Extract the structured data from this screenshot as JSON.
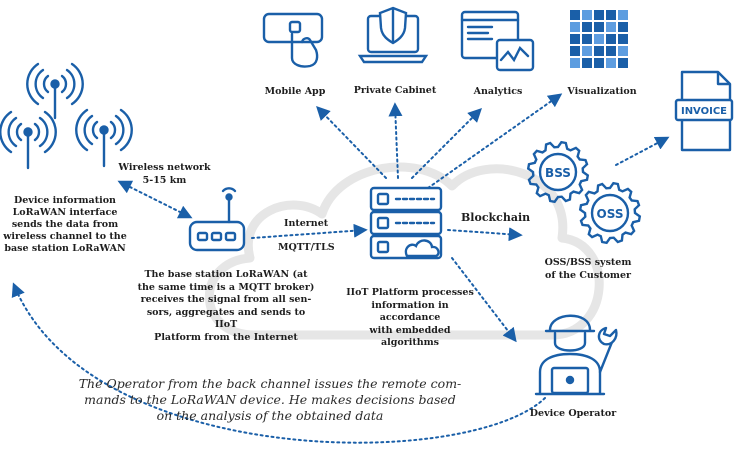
{
  "colors": {
    "primary": "#1a5fa8",
    "light": "#5d9de0",
    "cloud": "#e6e6e6",
    "text": "#1e1e1e"
  },
  "labels": {
    "mobile_app": "Mobile App",
    "private_cabinet": "Private Cabinet",
    "analytics": "Analytics",
    "visualization": "Visualization",
    "invoice": "INVOICE",
    "bss": "BSS",
    "oss": "OSS",
    "oss_bss": "OSS/BSS system\nof the Customer",
    "blockchain": "Blockchain",
    "wireless": "Wireless network\n5-15 km",
    "device_info": "Device information\nLoRaWAN  interface\nsends the data from\nwireless channel to the\nbase station LoRaWAN",
    "internet": "Internet",
    "mqtt": "MQTT/TLS",
    "base_station": "The base station LoRaWAN (at\nthe same time is a MQTT broker)\nreceives the signal from all sen-\nsors, aggregates and sends to IIoT\nPlatform from the Internet",
    "platform": "IIoT Platform processes\ninformation in accordance\nwith embedded algorithms",
    "device_operator": "Device Operator",
    "operator_note": "The Operator from the back channel issues the remote com-\nmands to the LoRaWAN device. He makes decisions based\non the analysis of the obtained data"
  },
  "icons": [
    "antenna-icon",
    "router-icon",
    "server-icon",
    "cloud-icon",
    "mobile-touch-icon",
    "shield-laptop-icon",
    "analytics-window-icon",
    "grid-visualization-icon",
    "invoice-file-icon",
    "gear-icon",
    "operator-icon"
  ]
}
